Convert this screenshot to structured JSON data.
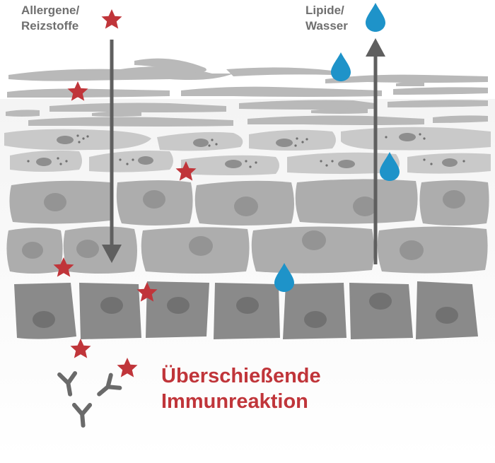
{
  "labels": {
    "allergens_line1": "Allergene/",
    "allergens_line2": "Reizstoffe",
    "lipids_line1": "Lipide/",
    "lipids_line2": "Wasser",
    "immune_line1": "Überschießende",
    "immune_line2": "Immunreaktion"
  },
  "colors": {
    "allergen_star": "#c0353a",
    "water_drop": "#1e93c9",
    "arrow": "#5f5f5f",
    "antibody": "#6a6a6a",
    "cell_dark": "#8a8a8a",
    "cell_mid": "#adadad",
    "cell_light": "#c9c9c9",
    "horny_layer": "#b9b9b9",
    "nucleus": "#7e7e7e"
  },
  "icons": {
    "allergen": "star-icon",
    "water": "water-drop-icon",
    "antibody": "antibody-icon"
  }
}
